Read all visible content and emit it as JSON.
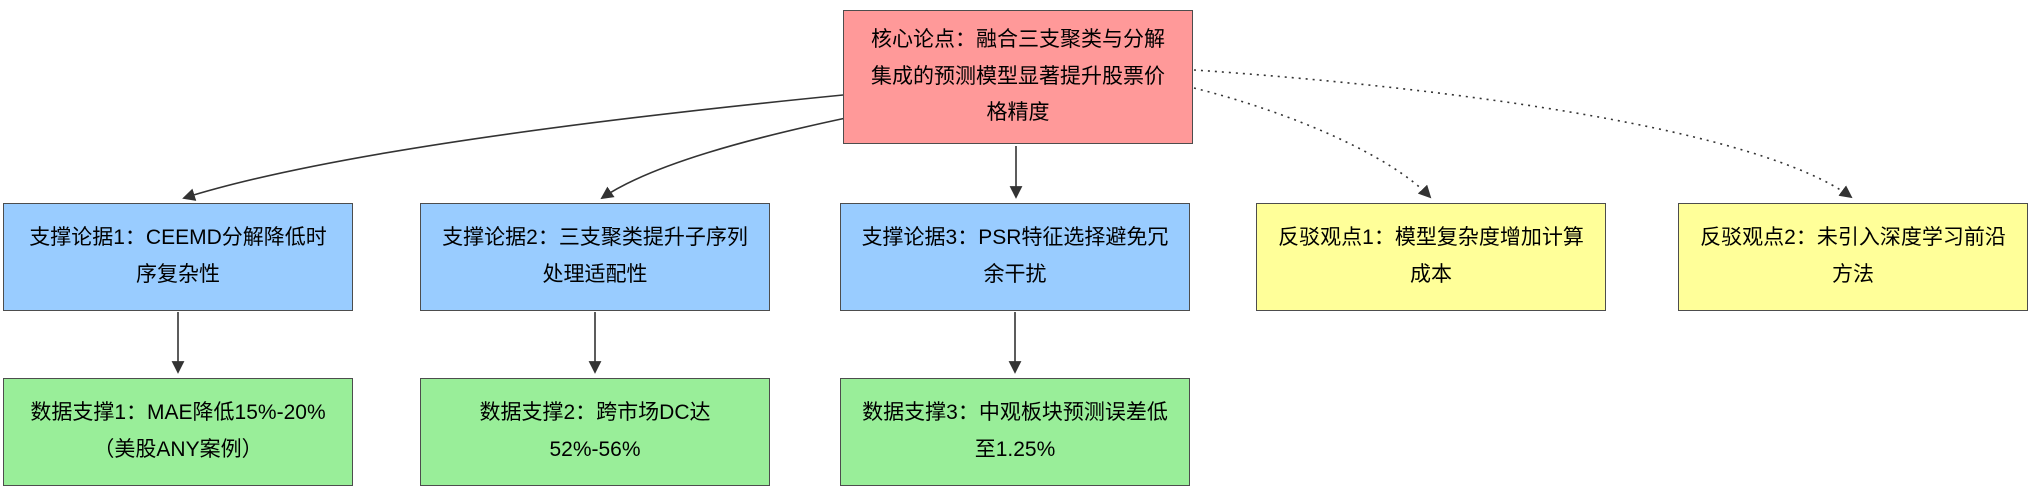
{
  "diagram": {
    "type": "argument-map-flowchart",
    "nodes": [
      {
        "id": "core-claim",
        "kind": "core",
        "label": "核心论点：融合三支聚类与分解集成的预测模型显著提升股票价格精度",
        "fill": "#ff9999"
      },
      {
        "id": "support-1",
        "kind": "support",
        "label": "支撑论据1：CEEMD分解降低时序复杂性",
        "fill": "#99ccff"
      },
      {
        "id": "support-2",
        "kind": "support",
        "label": "支撑论据2：三支聚类提升子序列处理适配性",
        "fill": "#99ccff"
      },
      {
        "id": "support-3",
        "kind": "support",
        "label": "支撑论据3：PSR特征选择避免冗余干扰",
        "fill": "#99ccff"
      },
      {
        "id": "counter-1",
        "kind": "counter",
        "label": "反驳观点1：模型复杂度增加计算成本",
        "fill": "#ffff99"
      },
      {
        "id": "counter-2",
        "kind": "counter",
        "label": "反驳观点2：未引入深度学习前沿方法",
        "fill": "#ffff99"
      },
      {
        "id": "data-1",
        "kind": "data",
        "label": "数据支撑1：MAE降低15%-20%（美股ANY案例）",
        "fill": "#99ee99"
      },
      {
        "id": "data-2",
        "kind": "data",
        "label": "数据支撑2：跨市场DC达52%-56%",
        "fill": "#99ee99"
      },
      {
        "id": "data-3",
        "kind": "data",
        "label": "数据支撑3：中观板块预测误差低至1.25%",
        "fill": "#99ee99"
      }
    ],
    "edges": [
      {
        "from": "core-claim",
        "to": "support-1",
        "style": "solid"
      },
      {
        "from": "core-claim",
        "to": "support-2",
        "style": "solid"
      },
      {
        "from": "core-claim",
        "to": "support-3",
        "style": "solid"
      },
      {
        "from": "core-claim",
        "to": "counter-1",
        "style": "dotted"
      },
      {
        "from": "core-claim",
        "to": "counter-2",
        "style": "dotted"
      },
      {
        "from": "support-1",
        "to": "data-1",
        "style": "solid"
      },
      {
        "from": "support-2",
        "to": "data-2",
        "style": "solid"
      },
      {
        "from": "support-3",
        "to": "data-3",
        "style": "solid"
      }
    ],
    "colors": {
      "core_fill": "#ff9999",
      "support_fill": "#99ccff",
      "counter_fill": "#ffff99",
      "data_fill": "#99ee99",
      "border": "#4d4d4d",
      "arrow": "#333333",
      "text": "#000000",
      "background": "#ffffff"
    }
  }
}
